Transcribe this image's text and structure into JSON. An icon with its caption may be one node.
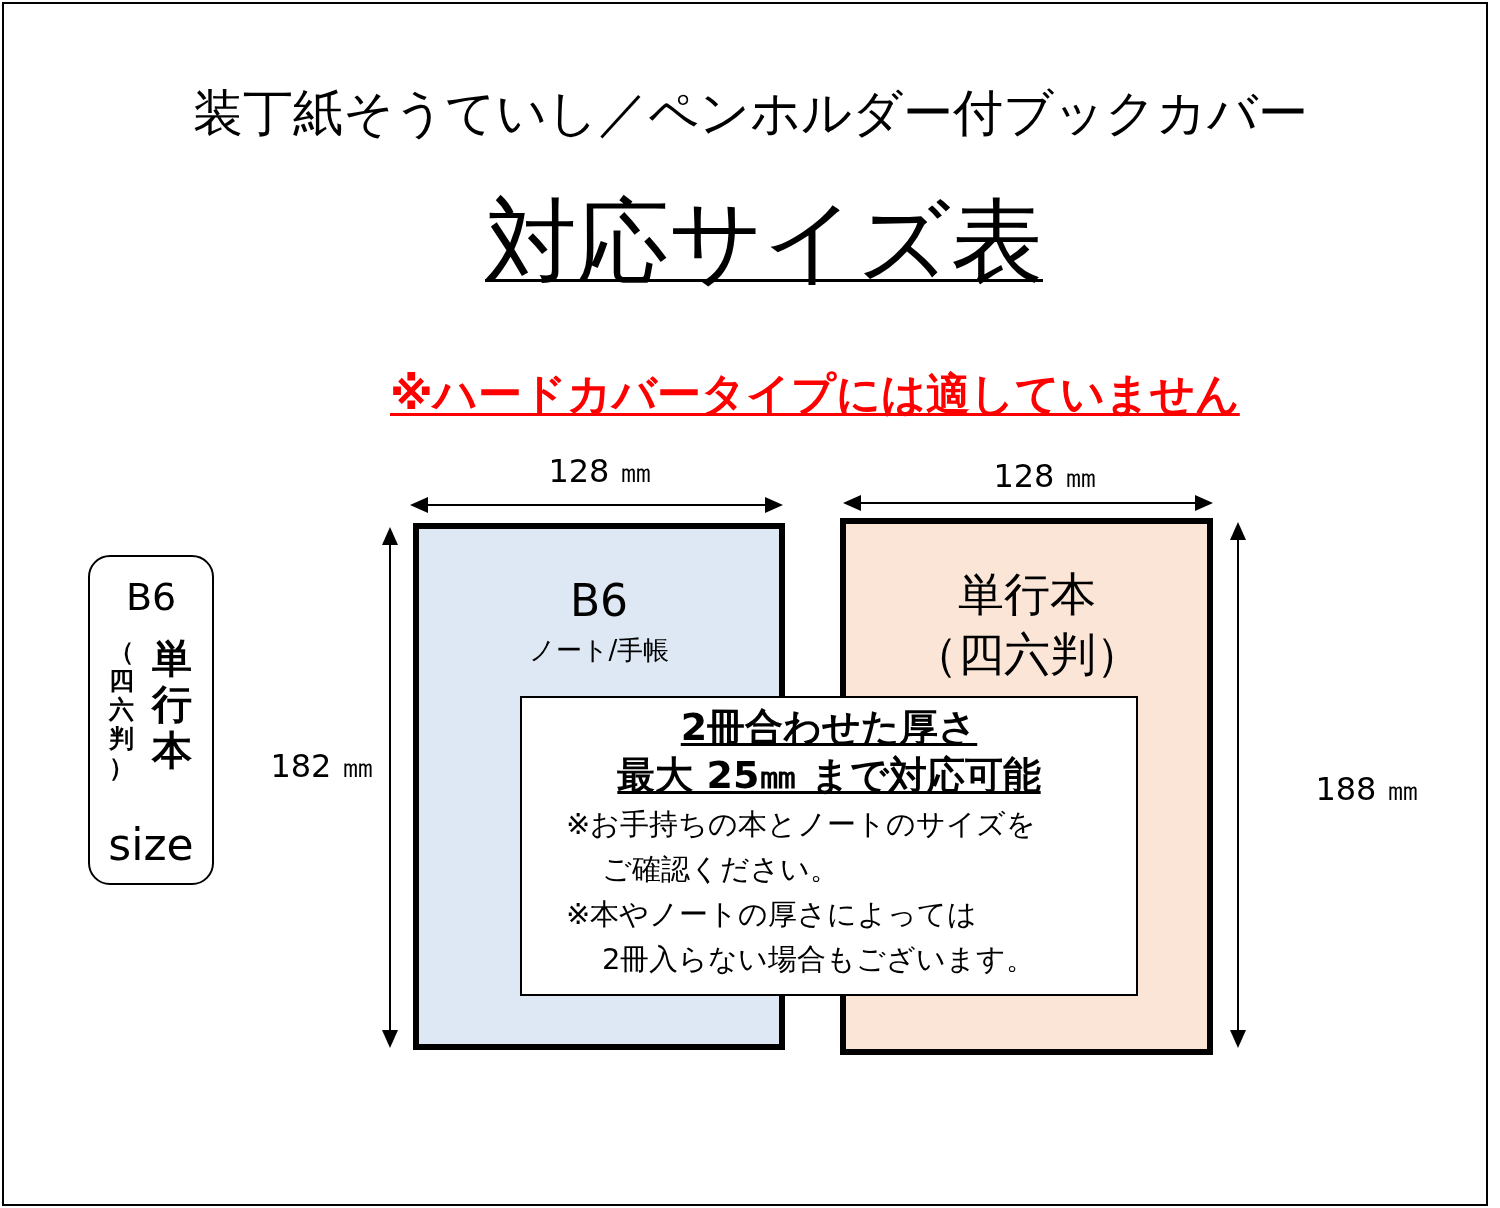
{
  "diagram": {
    "title": "装丁紙そうていし／ペンホルダー付ブックカバー",
    "nodes": [
      {
        "text": [
          "B6",
          "単行本",
          "（四六判）",
          "size"
        ]
      },
      {
        "text": [
          "B6",
          "ノート/手帳"
        ]
      },
      {
        "text": [
          "単行本",
          "（四六判）"
        ]
      },
      {
        "text": [
          "2冊合わせた厚さ",
          "最大 25㎜ まで対応可能",
          "※お手持ちの本とノートのサイズをご確認ください。",
          "※本やノートの厚さによっては2冊入らない場合もございます。"
        ]
      }
    ],
    "edges": [],
    "labels": [
      "対応サイズ表",
      "※ハードカバータイプには適していません",
      "128 ㎜",
      "128 ㎜",
      "182 ㎜",
      "188 ㎜"
    ]
  }
}
